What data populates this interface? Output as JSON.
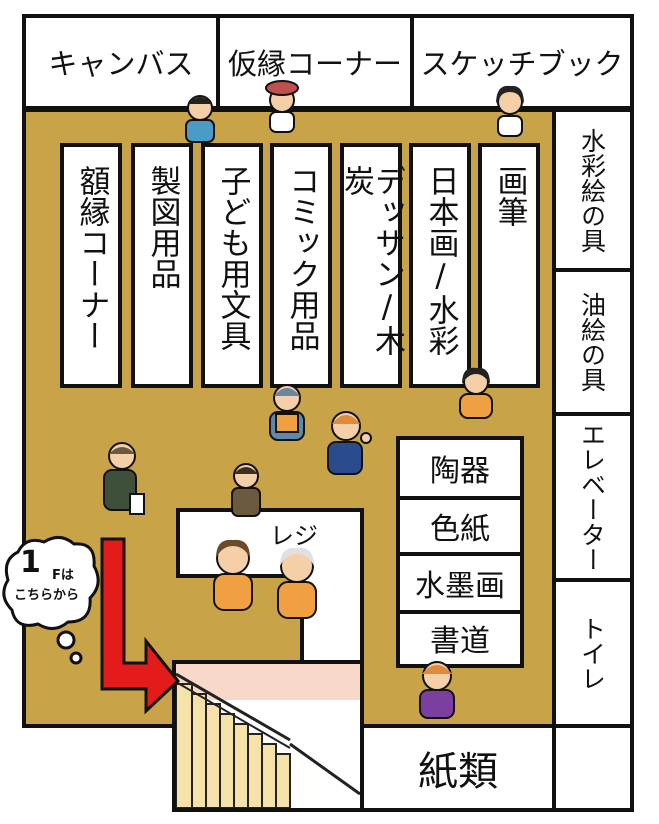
{
  "top_sections": [
    "キャンバス",
    "仮縁コーナー",
    "スケッチブック"
  ],
  "shelves": [
    "額縁コーナー",
    "製図用品",
    "子ども用文具",
    "コミック用品",
    "デッサン/木炭",
    "日本画/水彩",
    "画筆"
  ],
  "side_sections": [
    "水彩絵の具",
    "油絵の具",
    "エレベーター",
    "トイレ"
  ],
  "right_counters": [
    "陶器",
    "色紙",
    "水墨画",
    "書道"
  ],
  "register_label": "レジ",
  "paper_label": "紙類",
  "bubble": {
    "number": "1",
    "floor_suffix": "Fは",
    "text": "こちらから"
  },
  "colors": {
    "floor": "#c8a348",
    "arrow": "#e31b1b",
    "stairs": "#f4e2a8"
  }
}
